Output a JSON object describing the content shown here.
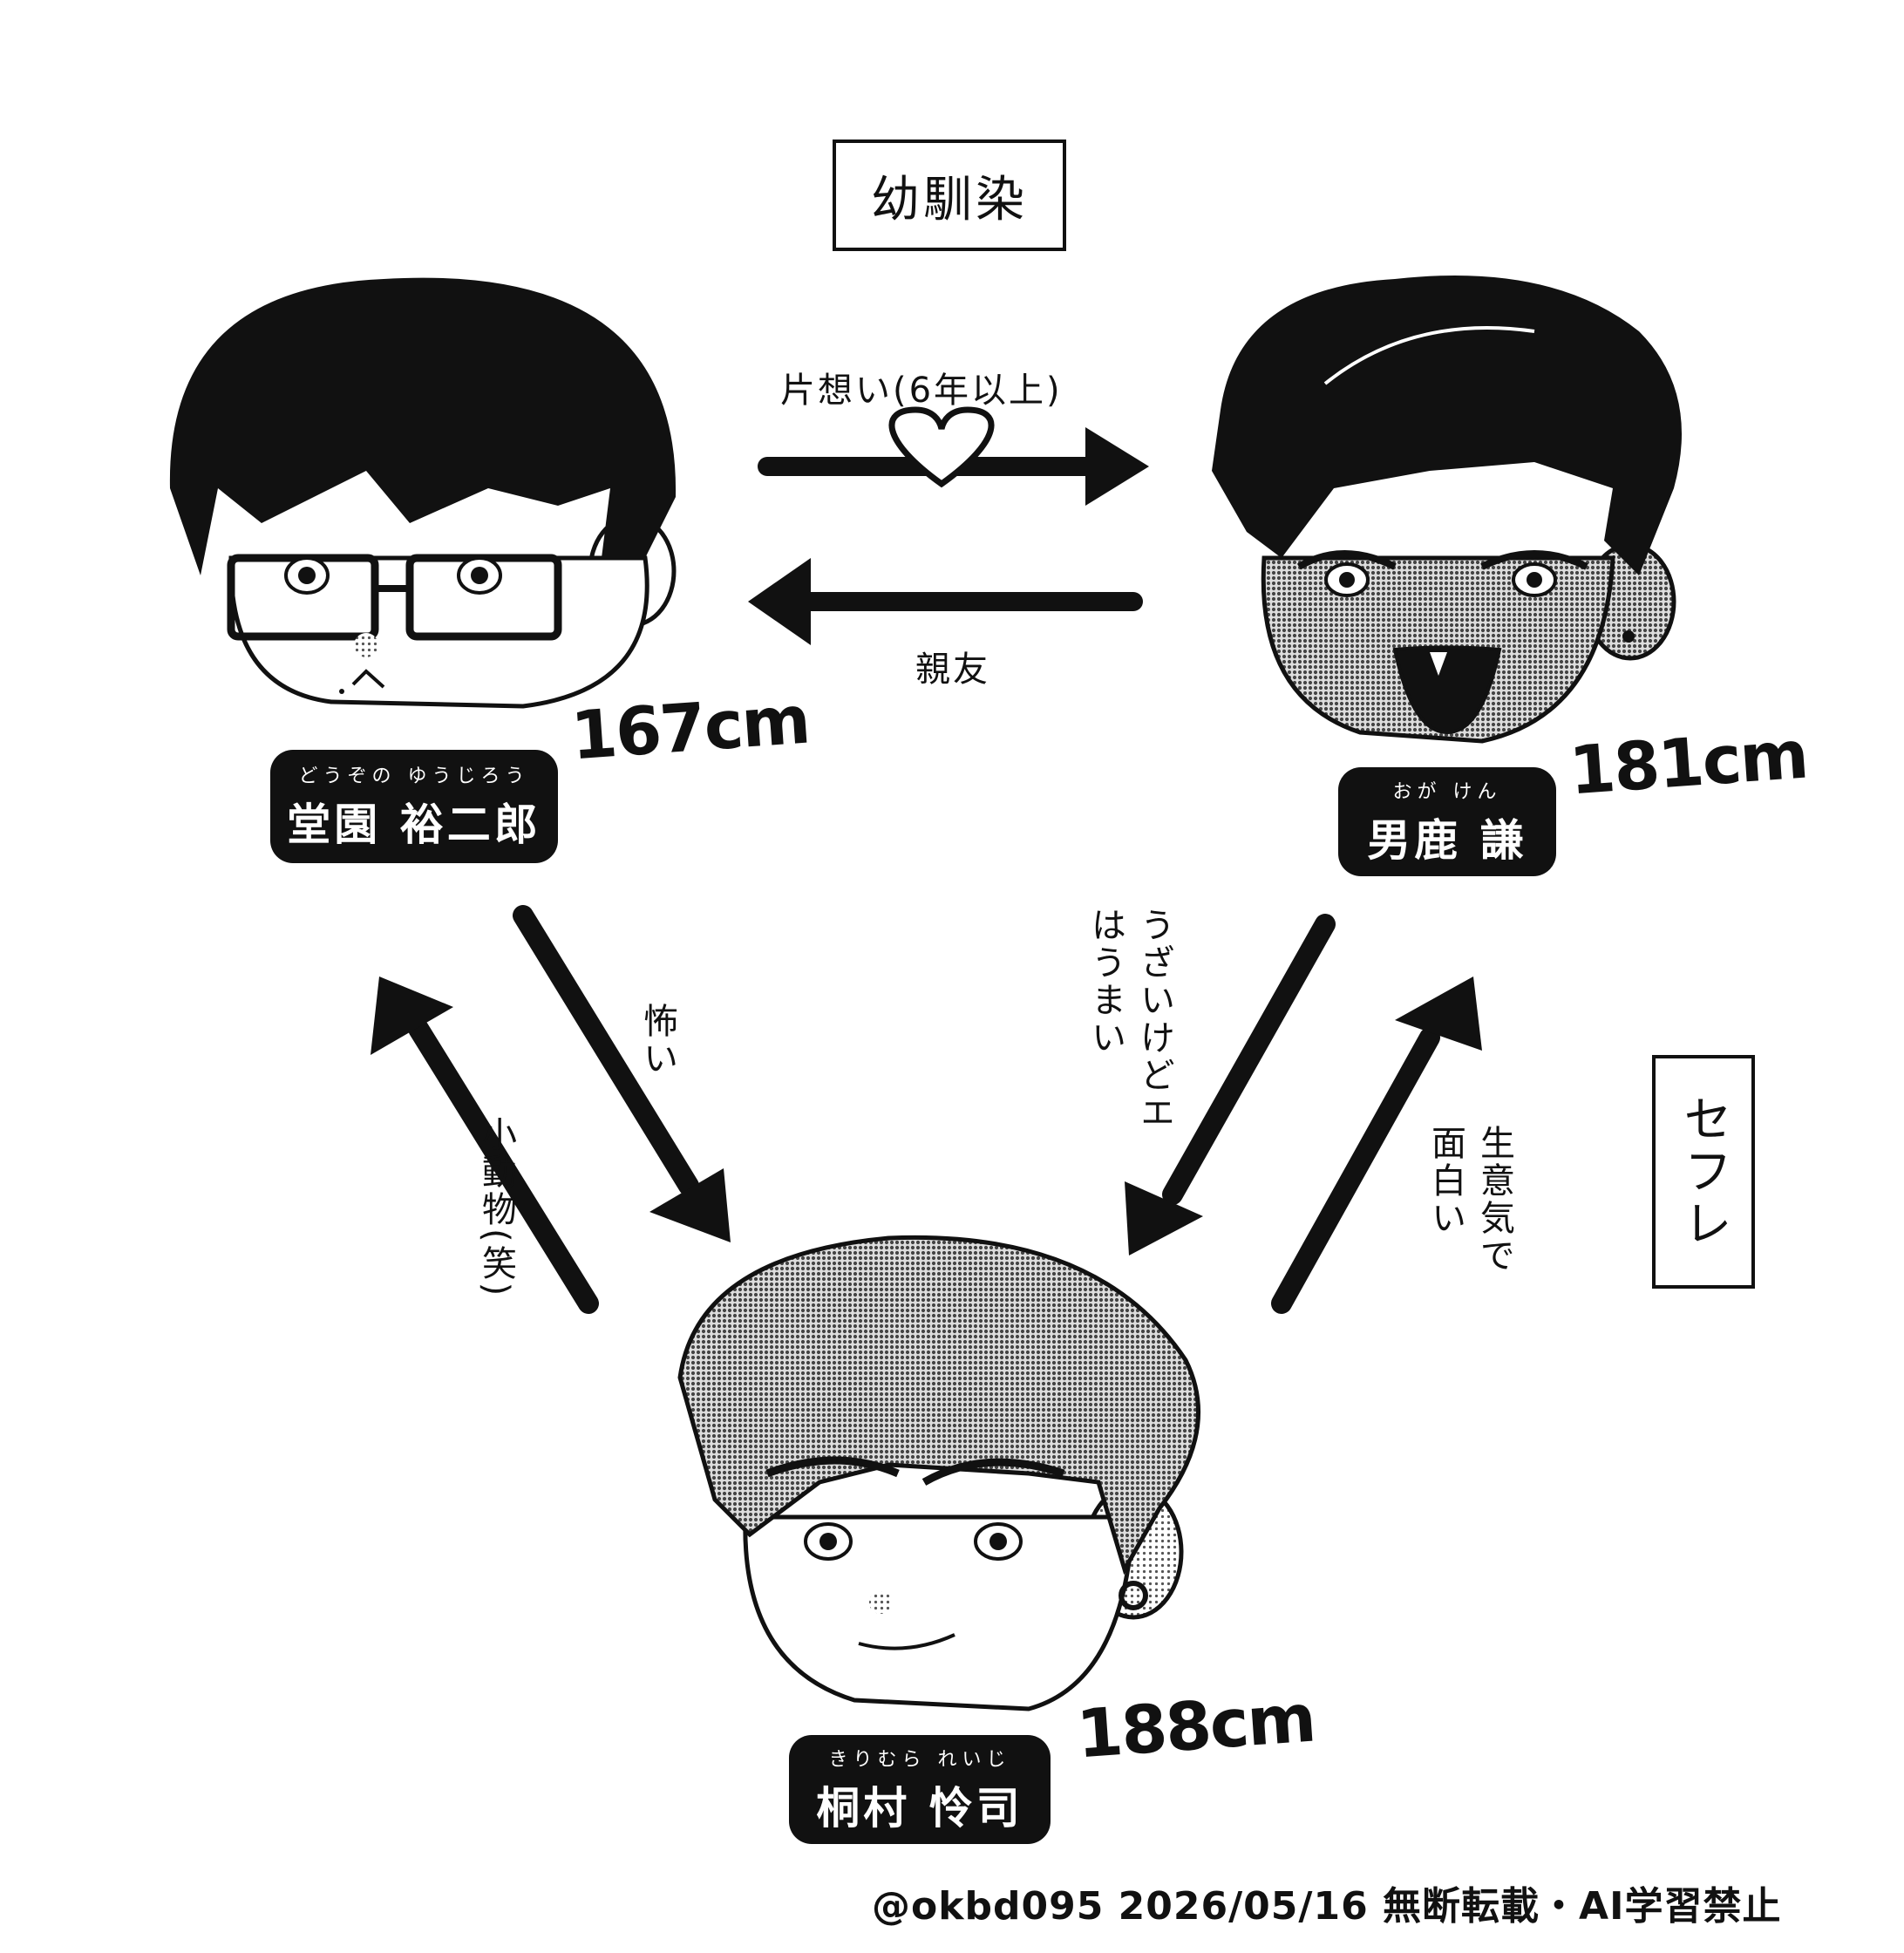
{
  "group_label": "幼馴染",
  "side_label": "セフレ",
  "characters": [
    {
      "ruby": "どうぞの ゆうじろう",
      "name": "堂園 裕二郎",
      "height": "167cm"
    },
    {
      "ruby": "おが けん",
      "name": "男鹿 謙",
      "height": "181cm"
    },
    {
      "ruby": "きりむら れいじ",
      "name": "桐村 怜司",
      "height": "188cm"
    }
  ],
  "edges": {
    "douzono_to_oga": "片想い(6年以上)",
    "oga_to_douzono": "親友",
    "douzono_to_kirimura": "怖い",
    "kirimura_to_douzono": "小動物(笑)",
    "oga_to_kirimura": "うざいけどエはうまい",
    "kirimura_to_oga": "生意気で面白い"
  },
  "footer": "@okbd095 2026/05/16 無断転載・AI学習禁止"
}
